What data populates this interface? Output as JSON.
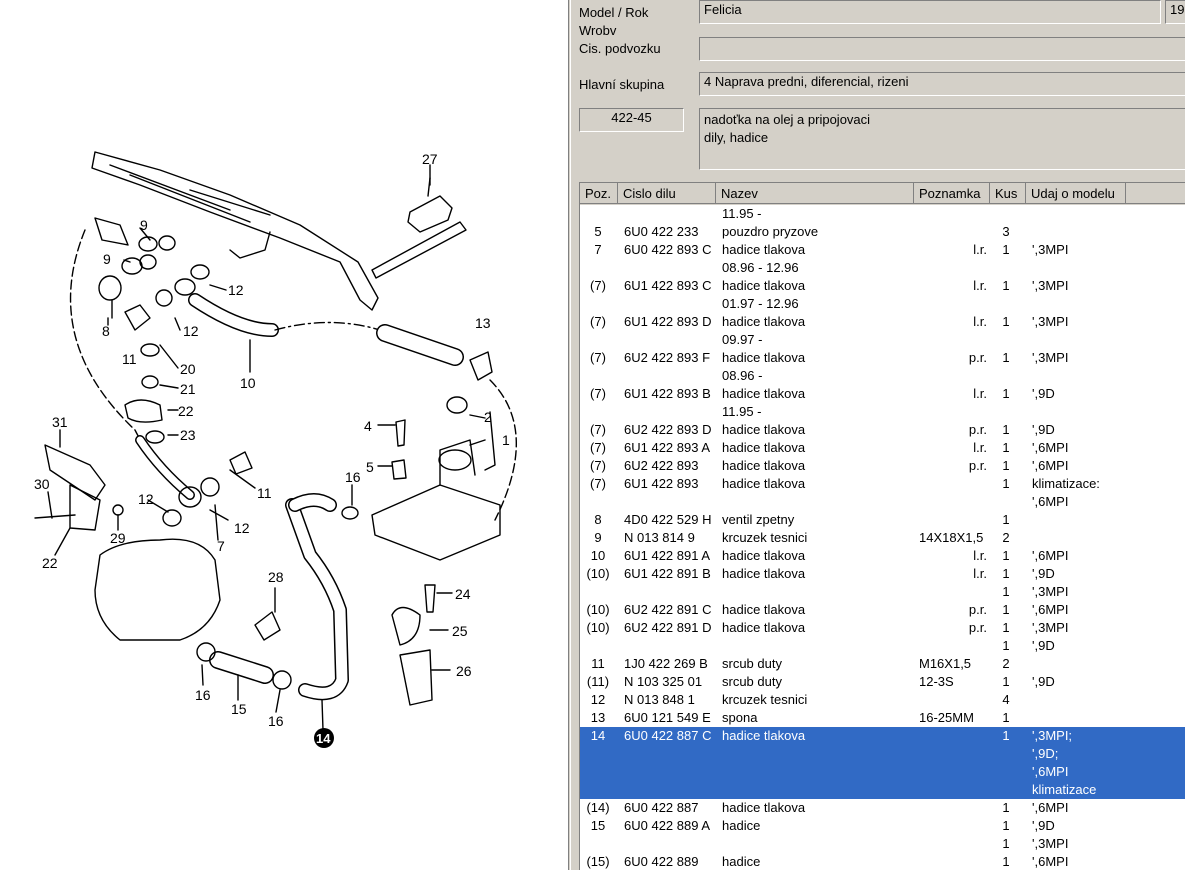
{
  "header": {
    "model_label": "Model / Rok",
    "model_value": "Felicia",
    "year_value": "19",
    "wrobv_label": "Wrobv",
    "podvozek_label": "Cis. podvozku",
    "podvozek_value": "",
    "group_label": "Hlavní skupina",
    "group_value": "4   Naprava predni, diferencial, rizeni",
    "subgroup_code": "422-45",
    "subgroup_desc_1": "nadoťka na olej a pripojovaci",
    "subgroup_desc_2": "dily, hadice"
  },
  "columns": [
    "Poz.",
    "Cislo dilu",
    "Nazev",
    "Poznamka",
    "Kus",
    "Udaj o modelu"
  ],
  "rows": [
    {
      "poz": "",
      "cislo": "",
      "nazev": "11.95 -",
      "pozn": "",
      "kus": "",
      "udaj": []
    },
    {
      "poz": "5",
      "cislo": "6U0 422 233",
      "nazev": "pouzdro pryzove",
      "pozn": "",
      "kus": "3",
      "udaj": []
    },
    {
      "poz": "7",
      "cislo": "6U0 422 893 C",
      "nazev": "hadice tlakova",
      "pozn": "l.r.",
      "kus": "1",
      "udaj": [
        "',3MPI"
      ]
    },
    {
      "poz": "",
      "cislo": "",
      "nazev": "08.96 - 12.96",
      "pozn": "",
      "kus": "",
      "udaj": []
    },
    {
      "poz": "(7)",
      "cislo": "6U1 422 893 C",
      "nazev": "hadice tlakova",
      "pozn": "l.r.",
      "kus": "1",
      "udaj": [
        "',3MPI"
      ]
    },
    {
      "poz": "",
      "cislo": "",
      "nazev": "01.97 - 12.96",
      "pozn": "",
      "kus": "",
      "udaj": []
    },
    {
      "poz": "(7)",
      "cislo": "6U1 422 893 D",
      "nazev": "hadice tlakova",
      "pozn": "l.r.",
      "kus": "1",
      "udaj": [
        "',3MPI"
      ]
    },
    {
      "poz": "",
      "cislo": "",
      "nazev": "09.97 -",
      "pozn": "",
      "kus": "",
      "udaj": []
    },
    {
      "poz": "(7)",
      "cislo": "6U2 422 893 F",
      "nazev": "hadice tlakova",
      "pozn": "p.r.",
      "kus": "1",
      "udaj": [
        "',3MPI"
      ]
    },
    {
      "poz": "",
      "cislo": "",
      "nazev": "08.96 -",
      "pozn": "",
      "kus": "",
      "udaj": []
    },
    {
      "poz": "(7)",
      "cislo": "6U1 422 893 B",
      "nazev": "hadice tlakova",
      "pozn": "l.r.",
      "kus": "1",
      "udaj": [
        "',9D"
      ]
    },
    {
      "poz": "",
      "cislo": "",
      "nazev": "11.95 -",
      "pozn": "",
      "kus": "",
      "udaj": []
    },
    {
      "poz": "(7)",
      "cislo": "6U2 422 893 D",
      "nazev": "hadice tlakova",
      "pozn": "p.r.",
      "kus": "1",
      "udaj": [
        "',9D"
      ]
    },
    {
      "poz": "(7)",
      "cislo": "6U1 422 893 A",
      "nazev": "hadice tlakova",
      "pozn": "l.r.",
      "kus": "1",
      "udaj": [
        "',6MPI"
      ]
    },
    {
      "poz": "(7)",
      "cislo": "6U2 422 893",
      "nazev": "hadice tlakova",
      "pozn": "p.r.",
      "kus": "1",
      "udaj": [
        "',6MPI"
      ]
    },
    {
      "poz": "(7)",
      "cislo": "6U1 422 893",
      "nazev": "hadice tlakova",
      "pozn": "",
      "kus": "1",
      "udaj": [
        "klimatizace:",
        "',6MPI"
      ]
    },
    {
      "poz": "8",
      "cislo": "4D0 422 529 H",
      "nazev": "ventil zpetny",
      "pozn": "",
      "kus": "1",
      "udaj": []
    },
    {
      "poz": "9",
      "cislo": "N  013 814 9",
      "nazev": "krcuzek tesnici",
      "pozn": "14X18X1,5",
      "kus": "2",
      "udaj": []
    },
    {
      "poz": "10",
      "cislo": "6U1 422 891 A",
      "nazev": "hadice tlakova",
      "pozn": "l.r.",
      "kus": "1",
      "udaj": [
        "',6MPI"
      ]
    },
    {
      "poz": "(10)",
      "cislo": "6U1 422 891 B",
      "nazev": "hadice tlakova",
      "pozn": "l.r.",
      "kus": "1",
      "udaj": [
        "',9D"
      ]
    },
    {
      "poz": "",
      "cislo": "",
      "nazev": "",
      "pozn": "",
      "kus": "1",
      "udaj": [
        "',3MPI"
      ]
    },
    {
      "poz": "(10)",
      "cislo": "6U2 422 891 C",
      "nazev": "hadice tlakova",
      "pozn": "p.r.",
      "kus": "1",
      "udaj": [
        "',6MPI"
      ]
    },
    {
      "poz": "(10)",
      "cislo": "6U2 422 891 D",
      "nazev": "hadice tlakova",
      "pozn": "p.r.",
      "kus": "1",
      "udaj": [
        "',3MPI"
      ]
    },
    {
      "poz": "",
      "cislo": "",
      "nazev": "",
      "pozn": "",
      "kus": "1",
      "udaj": [
        "',9D"
      ]
    },
    {
      "poz": "11",
      "cislo": "1J0 422 269 B",
      "nazev": "srcub duty",
      "pozn": "M16X1,5",
      "kus": "2",
      "udaj": []
    },
    {
      "poz": "(11)",
      "cislo": "N  103 325 01",
      "nazev": "srcub duty",
      "pozn": "12-3S",
      "kus": "1",
      "udaj": [
        "',9D"
      ]
    },
    {
      "poz": "12",
      "cislo": "N  013 848 1",
      "nazev": "krcuzek tesnici",
      "pozn": "",
      "kus": "4",
      "udaj": []
    },
    {
      "poz": "13",
      "cislo": "6U0 121 549 E",
      "nazev": "spona",
      "pozn": "16-25MM",
      "kus": "1",
      "udaj": []
    },
    {
      "poz": "14",
      "cislo": "6U0 422 887 C",
      "nazev": "hadice tlakova",
      "pozn": "",
      "kus": "1",
      "udaj": [
        "',3MPI;",
        "',9D;",
        "',6MPI",
        "klimatizace"
      ],
      "selected": true
    },
    {
      "poz": "(14)",
      "cislo": "6U0 422 887",
      "nazev": "hadice tlakova",
      "pozn": "",
      "kus": "1",
      "udaj": [
        "',6MPI"
      ]
    },
    {
      "poz": "15",
      "cislo": "6U0 422 889 A",
      "nazev": "hadice",
      "pozn": "",
      "kus": "1",
      "udaj": [
        "',9D"
      ]
    },
    {
      "poz": "",
      "cislo": "",
      "nazev": "",
      "pozn": "",
      "kus": "1",
      "udaj": [
        "',3MPI"
      ]
    },
    {
      "poz": "(15)",
      "cislo": "6U0 422 889",
      "nazev": "hadice",
      "pozn": "",
      "kus": "1",
      "udaj": [
        "',6MPI"
      ]
    }
  ],
  "diagram": {
    "callouts": [
      "27",
      "9",
      "9",
      "12",
      "12",
      "8",
      "11",
      "20",
      "21",
      "10",
      "13",
      "22",
      "23",
      "31",
      "4",
      "2",
      "1",
      "5",
      "16",
      "30",
      "12",
      "11",
      "7",
      "12",
      "22",
      "29",
      "28",
      "24",
      "25",
      "26",
      "16",
      "15",
      "16",
      "14"
    ],
    "highlighted": "14"
  }
}
